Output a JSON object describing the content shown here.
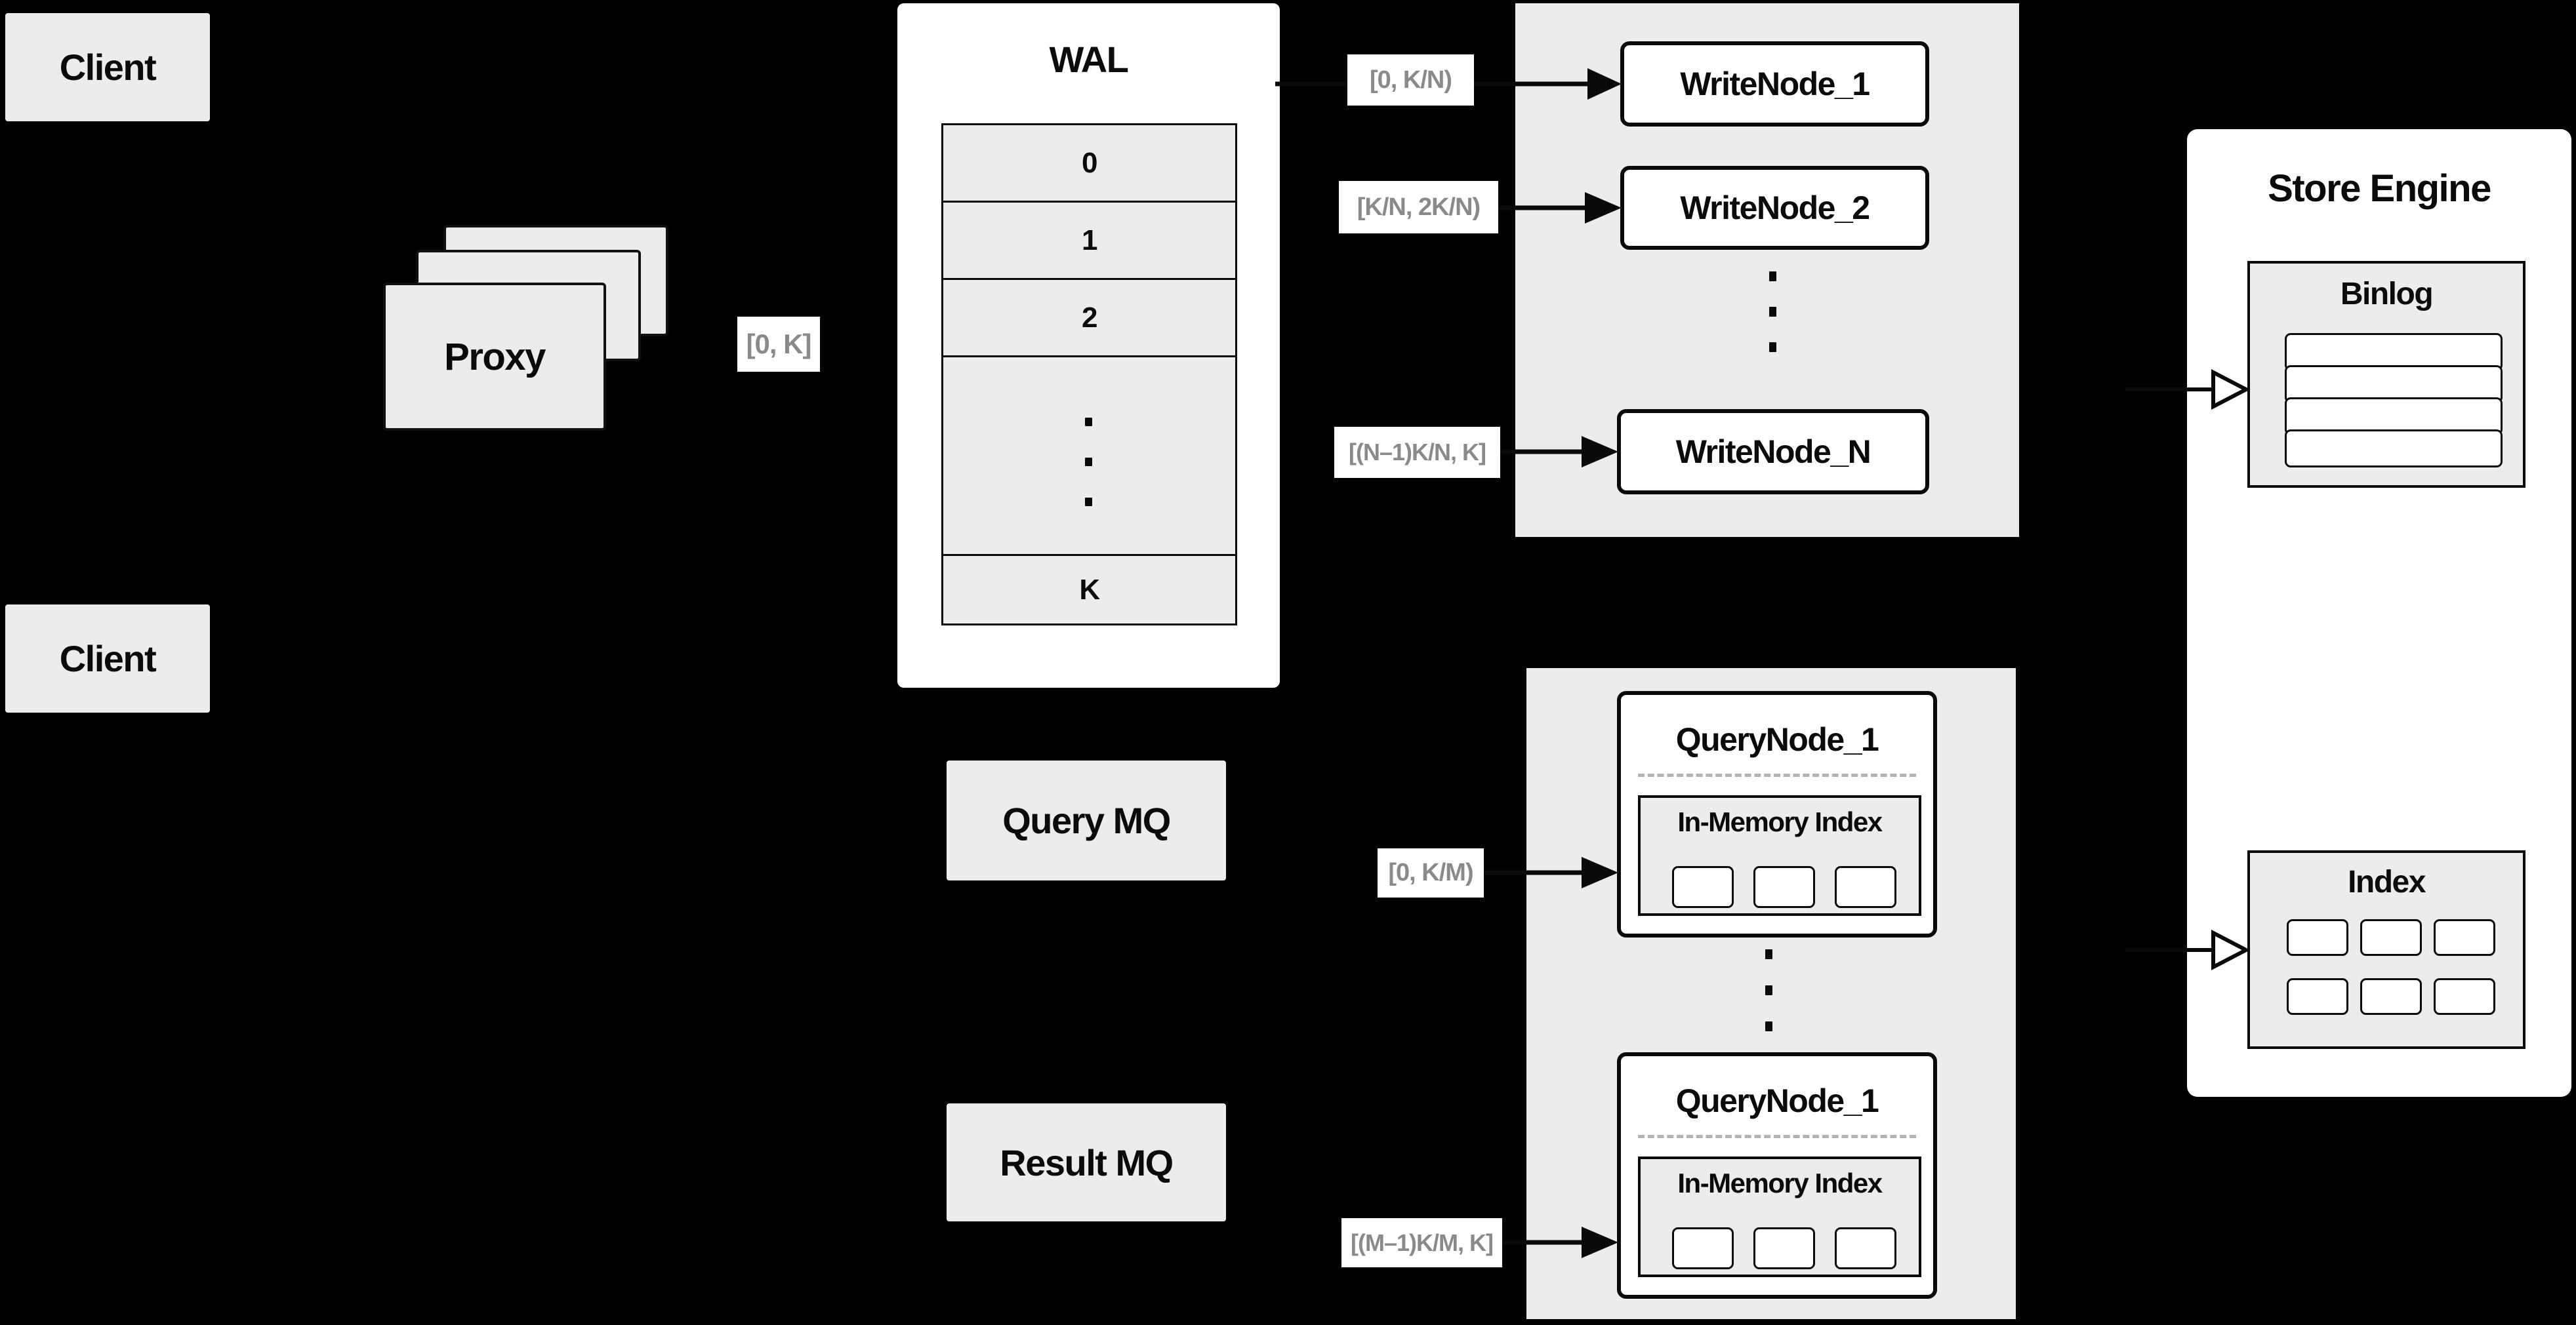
{
  "clients": {
    "top": "Client",
    "bottom": "Client"
  },
  "proxy": {
    "label": "Proxy",
    "range_label": "[0, K]"
  },
  "wal": {
    "title": "WAL",
    "segments": [
      "0",
      "1",
      "2"
    ],
    "last_segment": "K",
    "dots": [
      ".",
      ".",
      "."
    ]
  },
  "write_cluster": {
    "range_labels": [
      "[0,  K/N)",
      "[K/N, 2K/N)",
      "[(N–1)K/N,  K]"
    ],
    "nodes": [
      "WriteNode_1",
      "WriteNode_2",
      "WriteNode_N"
    ],
    "dots": [
      ".",
      ".",
      "."
    ]
  },
  "query_cluster": {
    "query_mq": "Query MQ",
    "result_mq": "Result MQ",
    "range_labels": [
      "[0, K/M)",
      "[(M–1)K/M, K]"
    ],
    "nodes": [
      {
        "title": "QueryNode_1",
        "index_title": "In-Memory Index"
      },
      {
        "title": "QueryNode_1",
        "index_title": "In-Memory Index"
      }
    ],
    "dots": [
      ".",
      ".",
      "."
    ]
  },
  "store_engine": {
    "title": "Store Engine",
    "binlog": "Binlog",
    "index": "Index"
  },
  "colors": {
    "background": "#000000",
    "panel_gray": "#ececec",
    "panel_white": "#ffffff",
    "border": "#0a0a0a",
    "range_text": "#8a8a8a",
    "dashed_line": "#b3b3b3"
  }
}
